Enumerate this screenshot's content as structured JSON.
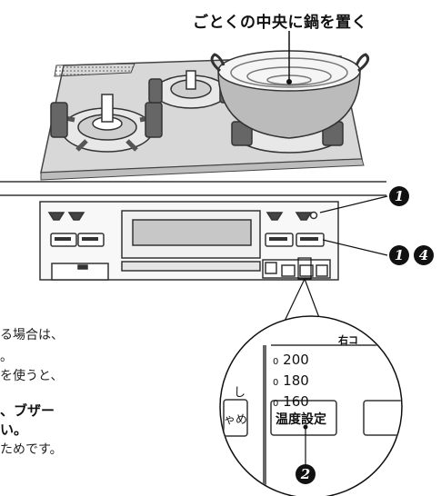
{
  "caption": "ごとくの中央に鍋を置く",
  "body_fragments": [
    {
      "text": "る場合は、",
      "bold": false
    },
    {
      "text": "。",
      "bold": false
    },
    {
      "text": "を使うと、",
      "bold": false
    },
    {
      "text": "、ブザー",
      "bold": true
    },
    {
      "text": "い。",
      "bold": true
    },
    {
      "text": "ためです。",
      "bold": false
    }
  ],
  "callouts": {
    "marker_1": "1",
    "marker_1_row": "1",
    "marker_4_row": "4",
    "marker_2": "2"
  },
  "zoom_panel": {
    "side_label": "右コ",
    "temps": [
      "200",
      "180",
      "160"
    ],
    "temp_prefix": "0",
    "left_fragments": [
      "し",
      "ゃめ"
    ],
    "button_label": "温度設定"
  }
}
